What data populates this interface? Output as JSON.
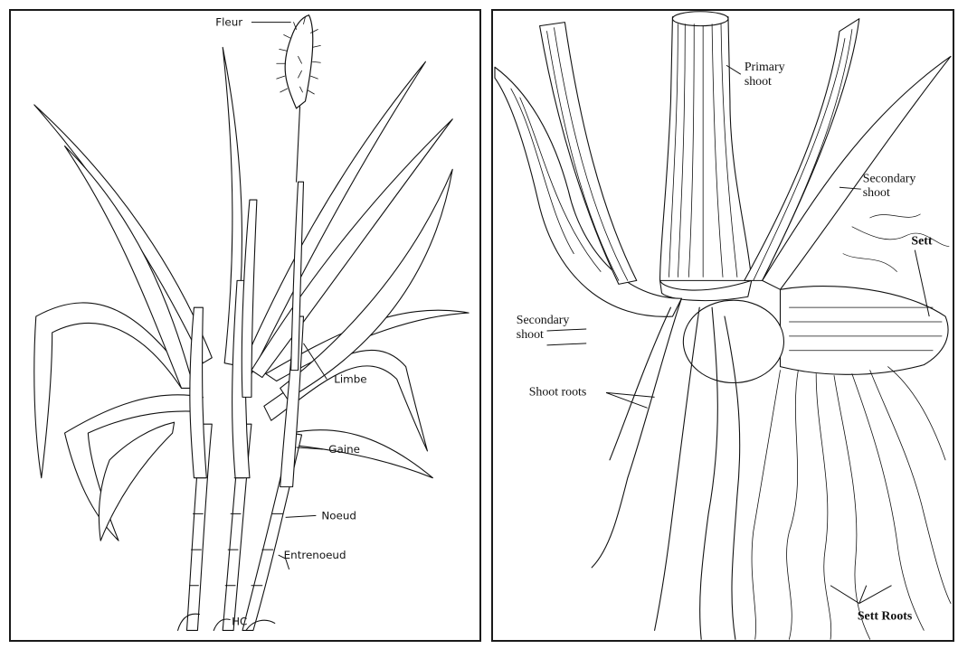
{
  "left_labels": {
    "fleur": "Fleur",
    "limbe": "Limbe",
    "gaine": "Gaine",
    "noeud": "Noeud",
    "entrenoeud": "Entrenoeud",
    "signature": "HC"
  },
  "right_labels": {
    "primary_shoot_1": "Primary",
    "primary_shoot_2": "shoot",
    "secondary_shoot_right_1": "Secondary",
    "secondary_shoot_right_2": "shoot",
    "sett": "Sett",
    "secondary_shoot_left_1": "Secondary",
    "secondary_shoot_left_2": "shoot",
    "shoot_roots": "Shoot roots",
    "sett_roots": "Sett Roots"
  }
}
